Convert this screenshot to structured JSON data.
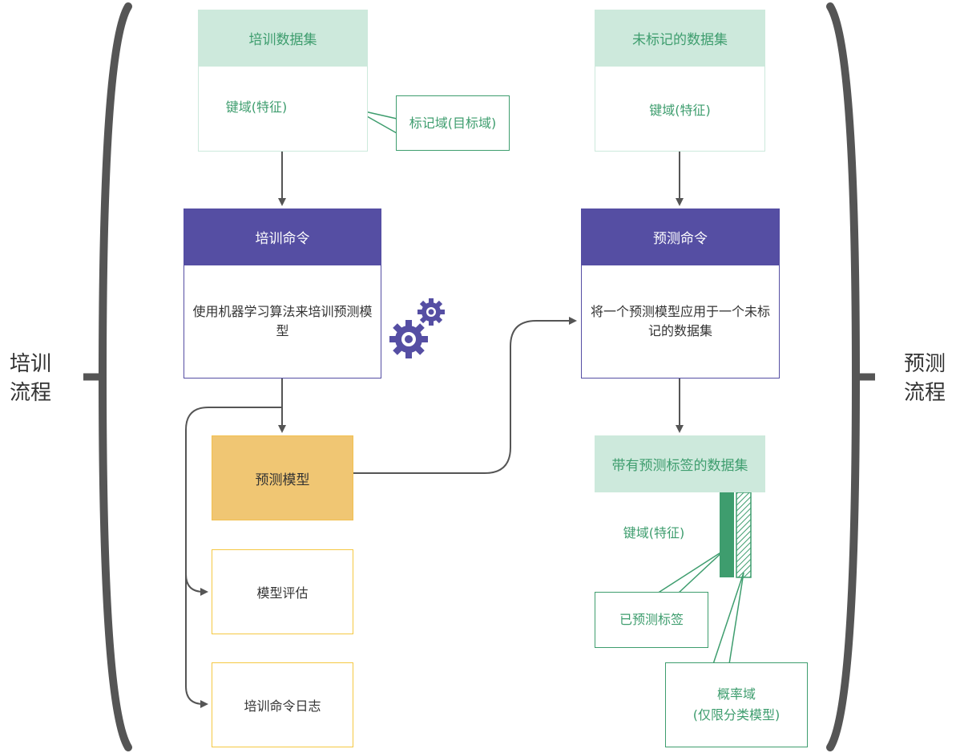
{
  "side_labels": {
    "training_flow": "培训\n流程",
    "prediction_flow": "预测\n流程"
  },
  "training_dataset": {
    "title": "培训数据集",
    "key_fields": "键域(特征)",
    "label_callout": "标记域(目标域)"
  },
  "unlabeled_dataset": {
    "title": "未标记的数据集",
    "key_fields": "键域(特征)"
  },
  "train_command": {
    "title": "培训命令",
    "description": "使用机器学习算法来培训预测模型"
  },
  "predict_command": {
    "title": "预测命令",
    "description": "将一个预测模型应用于一个未标记的数据集"
  },
  "predictive_model": "预测模型",
  "model_evaluation": "模型评估",
  "train_command_log": "培训命令日志",
  "labeled_output_dataset": {
    "title": "带有预测标签的数据集",
    "key_fields": "键域(特征)",
    "predicted_label_callout": "已预测标签",
    "probability_callout": "概率域\n(仅限分类模型)"
  },
  "icons": {
    "gears": "gears-icon"
  },
  "colors": {
    "dataset_header": "#cde9dc",
    "dataset_accent": "#3e9d6e",
    "command_header": "#554ea3",
    "model_fill": "#f0c673",
    "output_border": "#f5c842",
    "bracket": "#555555",
    "arrow": "#555555"
  }
}
